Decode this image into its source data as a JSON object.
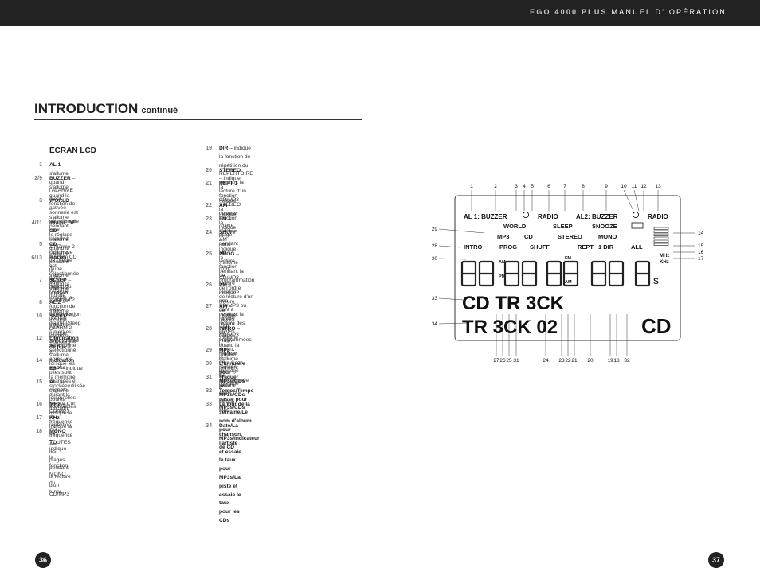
{
  "header": {
    "brand": "EGO 4000 PLUS",
    "manual": "MANUEL D' OPÉRATION"
  },
  "section": {
    "title": "INTRODUCTION",
    "subtitle": "continué"
  },
  "lcd_heading": "ÉCRAN LCD",
  "left_entries": [
    {
      "num": "1",
      "term": "AL 1",
      "text": " – s'allume quand l'ALARME 1 est activée",
      "lines": [
        "AL 1 – s'allume quand l'ALARME 1 est activée"
      ]
    },
    {
      "num": "2/9",
      "term": "BUZZER",
      "lines": [
        "BUZZER – s'allume quand la fonction de sonnerie est",
        "sélectionnée pour l'Alarme 1/Alarme 2"
      ]
    },
    {
      "num": "3",
      "term": "WORLD",
      "lines": [
        "WORLD – s'allume pendant le réglage ou l'affichage",
        "de l'heure d'une autre région du monde"
      ]
    },
    {
      "num": "4/11",
      "term": "IMAGE DE CD",
      "lines": [
        "IMAGE DE CD – s'allume quand la fonction CD est",
        "sélectionnée pour l'Alarme 1/Alarme 2"
      ]
    },
    {
      "num": "5",
      "term": "CD",
      "lines": [
        "CD – s'allume pendant la lecture d'un CD"
      ]
    },
    {
      "num": "6/13",
      "term": "RADIO",
      "lines": [
        "RADIO – s'allume quand la fonction radio est sélec-",
        "tionnée pour l'Alarme 1/Alarme 2"
      ]
    },
    {
      "num": "7",
      "term": "SLEEP",
      "lines": [
        "SLEEP – s'allume lorsque la fonction de temporisation",
        "d'arrêt (Sleep Timer) est sélectionnée"
      ]
    },
    {
      "num": "8",
      "term": "AL 2",
      "lines": [
        "AL 2 – s'allume lorsque ALARM 2 est sélectionné"
      ]
    },
    {
      "num": "10",
      "term": "SNOOZE",
      "lines": [
        "SNOOZE – s'allume lorsque Snooze est sélectionné",
        "après une alarme"
      ]
    },
    {
      "num": "12",
      "term": "L'indication de pile",
      "lines": [
        "L'indication de pile – s'allume lorsque les piles sont",
        "chargées et clignote lorsqu'elles sont faibles"
      ]
    },
    {
      "num": "14",
      "term": "Indication ESP",
      "lines": [
        "Indication ESP – indique la mémoire stockée/utilisée",
        "durant la lecture d'un CD/MP3"
      ]
    },
    {
      "num": "15",
      "term": "ALL",
      "lines": [
        "ALL – s'allume pour la fonction de répétition de",
        "TOUTES les plages pendant la lecture d'un CD/MP3"
      ]
    },
    {
      "num": "16",
      "term": "MHz",
      "lines": [
        "MHz – indique la fréquence FM"
      ]
    },
    {
      "num": "17",
      "term": "KHz",
      "lines": [
        "KHz – indique la fréquence AM"
      ]
    },
    {
      "num": "18",
      "term": "MONO",
      "lines": [
        "MONO – indique la fonction MONO du tuner"
      ]
    }
  ],
  "right_entries": [
    {
      "num": "19",
      "term": "DIR",
      "lines": [
        "DIR – indique la fonction de répétition du RÉPERTOIRE",
        "pendant la lecture d'un CD/MP3"
      ]
    },
    {
      "num": "20",
      "term": "STEREO",
      "lines": [
        "STEREO – indique la fonction STÉRÉO du tuner"
      ]
    },
    {
      "num": "21",
      "term": "REPT 1",
      "lines": [
        "REPT 1 – indique la fonction d'UNE plage pendant la",
        "lecture d'un CD/MP3"
      ]
    },
    {
      "num": "22",
      "term": "AM",
      "lines": [
        "AM – indique la radio AM"
      ]
    },
    {
      "num": "23",
      "term": "FM",
      "lines": [
        "FM – indique la radio FM"
      ]
    },
    {
      "num": "24",
      "term": "SHUFF",
      "lines": [
        "SHUFF – indique la fonction de lecture aléatoire pen-",
        "dant a lecture d'un CD/MP3"
      ]
    },
    {
      "num": "25",
      "term": "PROG",
      "lines": [
        "PROG – s'allume pendant la programmation de l'ordre",
        "de lecture d'un CD/MP3 ou pendant la lecture des",
        "plages programmées"
      ]
    },
    {
      "num": "26",
      "term": "PM",
      "lines": [
        "PM – indique l'heure de l'après midi durant le réglage",
        "de l'horloge"
      ]
    },
    {
      "num": "27",
      "term": "AM",
      "lines": [
        "AM – indique l'heure du matin durant le réglage de",
        "l'horloge"
      ]
    },
    {
      "num": "28",
      "term": "INTRO",
      "lines": [
        "INTRO – s'allume quand la fonction Intro Scan est",
        "sélectionnée"
      ]
    },
    {
      "num": "29",
      "term": "MP3",
      "lines": [
        "MP3 – s'allume pendant la lecture d'un disque MP3"
      ]
    },
    {
      "num": "30",
      "term": "",
      "lines": [
        "L'annuaire pour MP3s/CDs"
      ]
    },
    {
      "num": "31",
      "term": "",
      "lines": [
        "Traquer pour MP3s/CDs"
      ]
    },
    {
      "num": "32",
      "term": "",
      "lines": [
        "Temps/Temps passé pour MP3s/CDs"
      ]
    },
    {
      "num": "33",
      "term": "",
      "lines": [
        "Le jour de la semaine/Le nom d'album pour",
        "MP3s/Indicateur de CD"
      ]
    },
    {
      "num": "34",
      "term": "",
      "lines": [
        "Date/La chanson, l'artiste et essaie le taux pour",
        "MP3s/La piste et essaie le taux pour les CDs"
      ]
    }
  ],
  "lcd": {
    "top_callouts": [
      "1",
      "2",
      "3",
      "4",
      "5",
      "6",
      "7",
      "8",
      "9",
      "10",
      "11",
      "12",
      "13"
    ],
    "left_callouts": [
      "29",
      "28",
      "30",
      "33",
      "34"
    ],
    "right_callouts": [
      "14",
      "15",
      "16",
      "17"
    ],
    "bottom_callouts": [
      "27",
      "26",
      "25",
      "31",
      "24",
      "23",
      "22",
      "21",
      "20",
      "19",
      "18",
      "32"
    ],
    "row1": [
      "AL 1: BUZZER",
      "RADIO",
      "AL2: BUZZER",
      "RADIO"
    ],
    "row2": [
      "WORLD",
      "SLEEP",
      "SNOOZE"
    ],
    "row3": [
      "MP3",
      "CD",
      "STEREO",
      "MONO"
    ],
    "row4": [
      "INTRO",
      "PROG",
      "SHUFF",
      "REPT",
      "1 DIR",
      "ALL"
    ],
    "units": [
      "MHz",
      "KHz"
    ],
    "small_labels": [
      "AM",
      "PM",
      "FM",
      "AM"
    ],
    "seg_line1": "CD  TR  3CK",
    "seg_line2": "TR 3CK  02",
    "seg_cd": "CD"
  },
  "pages": {
    "left": "36",
    "right": "37"
  }
}
